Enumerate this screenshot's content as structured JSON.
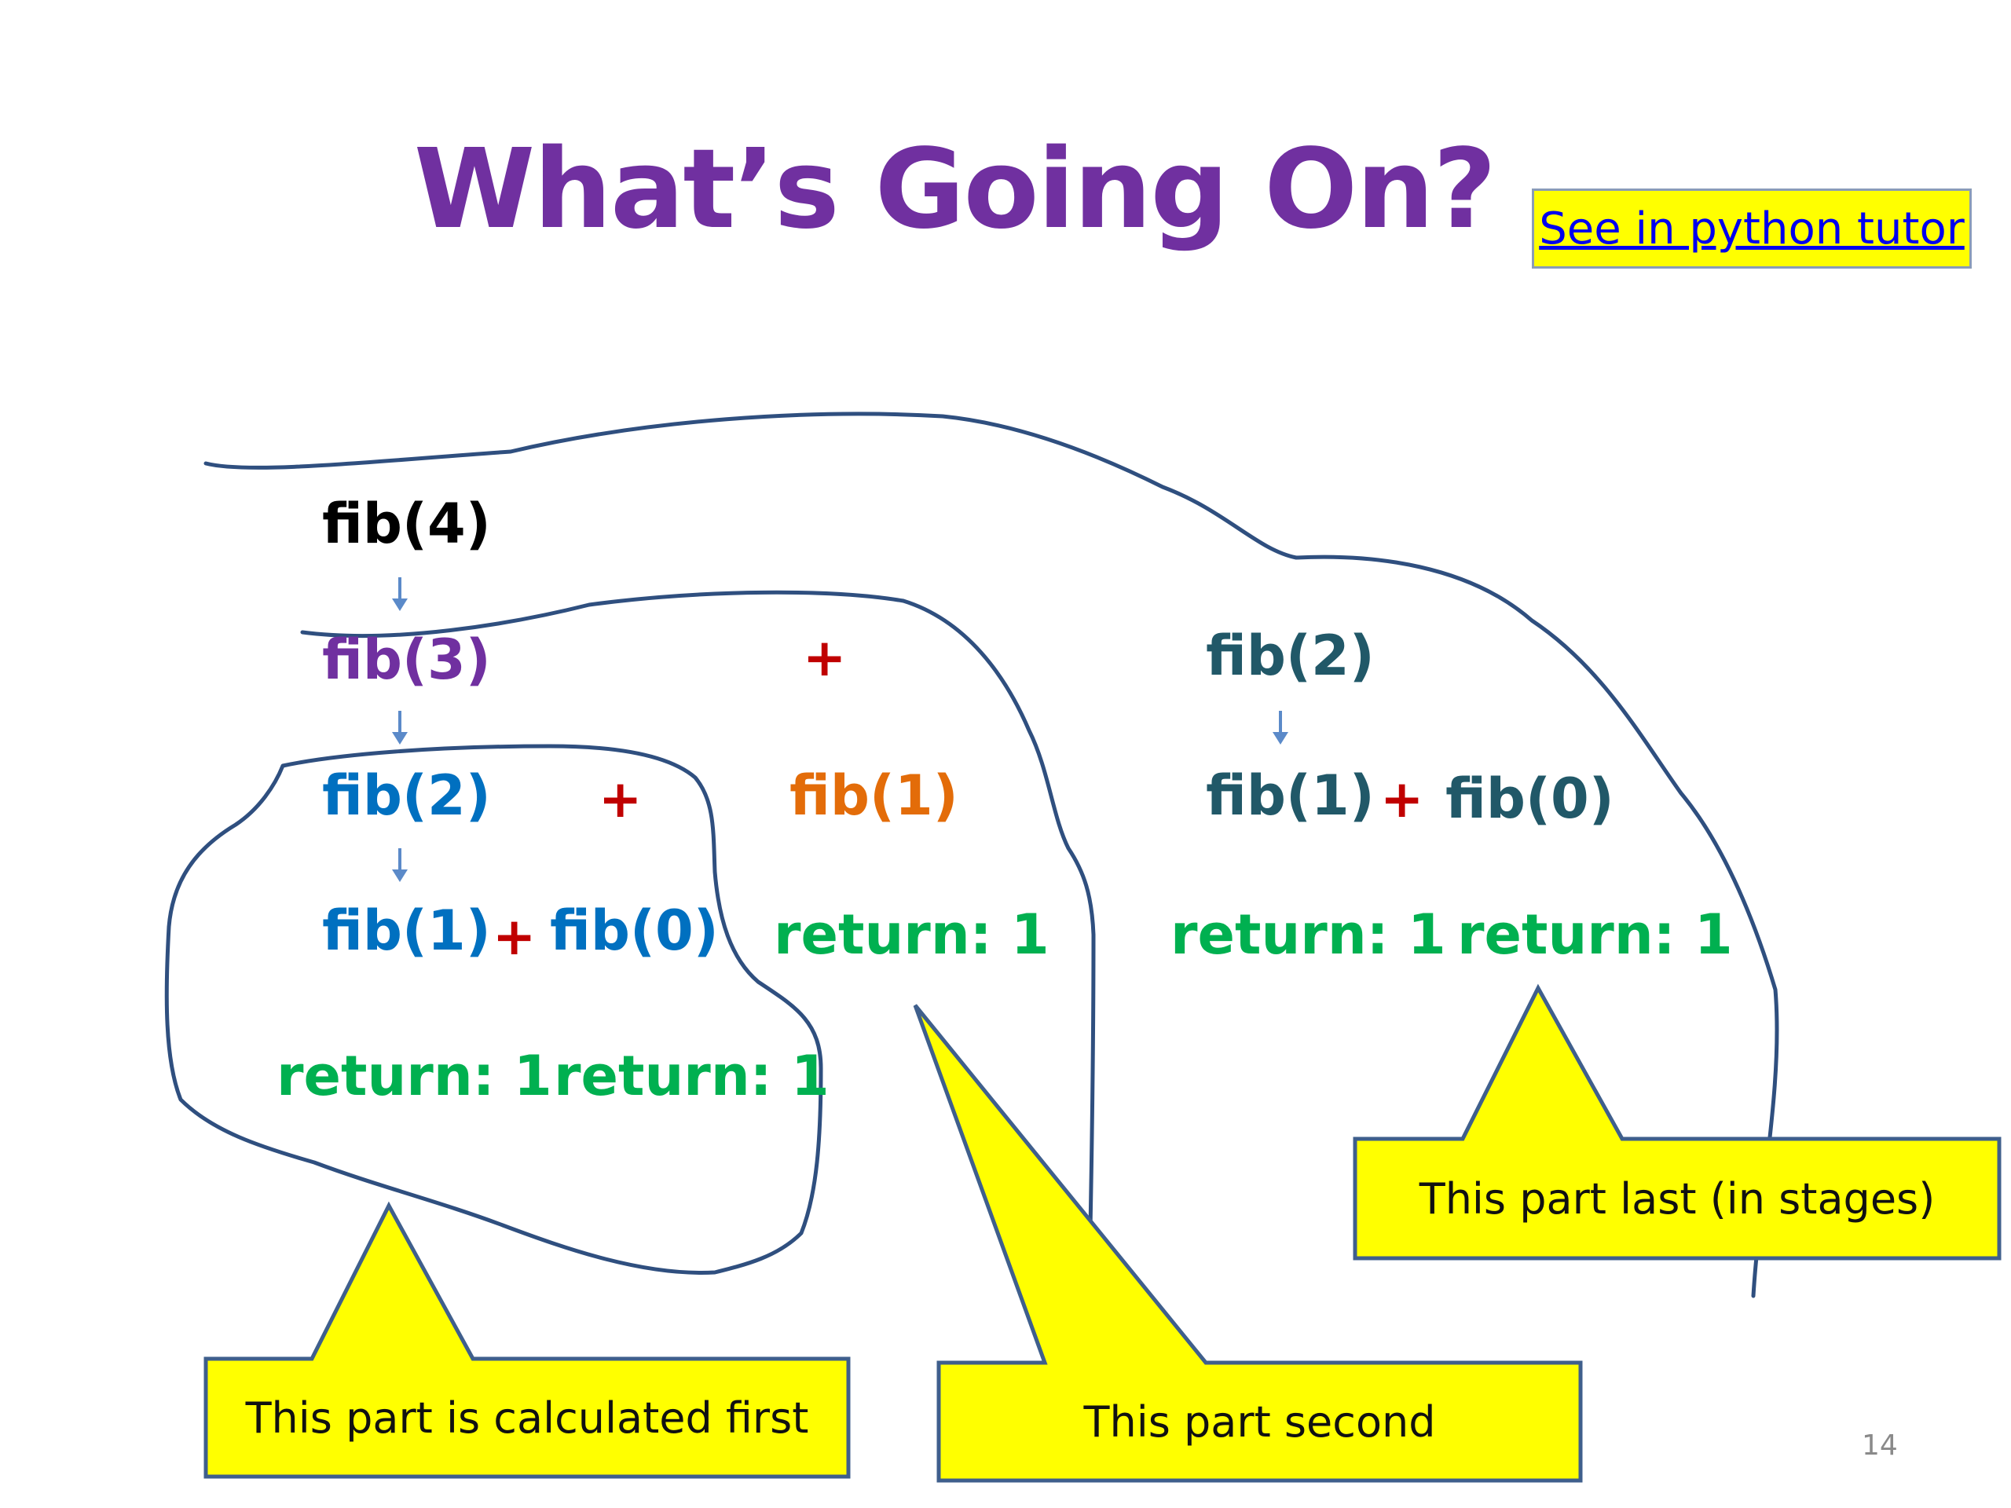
{
  "title": "What’s Going On?",
  "tutor_link": "See in python tutor",
  "page_number": "14",
  "plus_sign": "+",
  "colors": {
    "title": "#7030a0",
    "link": "#0000ee",
    "yellow": "#ffff00",
    "callout_border": "#3f5f8c",
    "outline": "#2f4f7f",
    "arrow": "#5b8ac9",
    "fib4": "#000000",
    "fib3": "#7030a0",
    "left_subtree": "#0070c0",
    "middle_leaf": "#e36c09",
    "right_subtree": "#215868",
    "return": "#00b050",
    "plus": "#c00000"
  },
  "tree": {
    "fib4": "fib(4)",
    "fib3": "fib(3)",
    "fib2_left": "fib(2)",
    "fib1_middle": "fib(1)",
    "fib1_left": "fib(1)",
    "fib0_left": "fib(0)",
    "fib2_right": "fib(2)",
    "fib1_right": "fib(1)",
    "fib0_right": "fib(0)",
    "return_one": "return: 1"
  },
  "callouts": {
    "first": "This part is calculated first",
    "second": "This part second",
    "last": "This part last (in stages)"
  }
}
